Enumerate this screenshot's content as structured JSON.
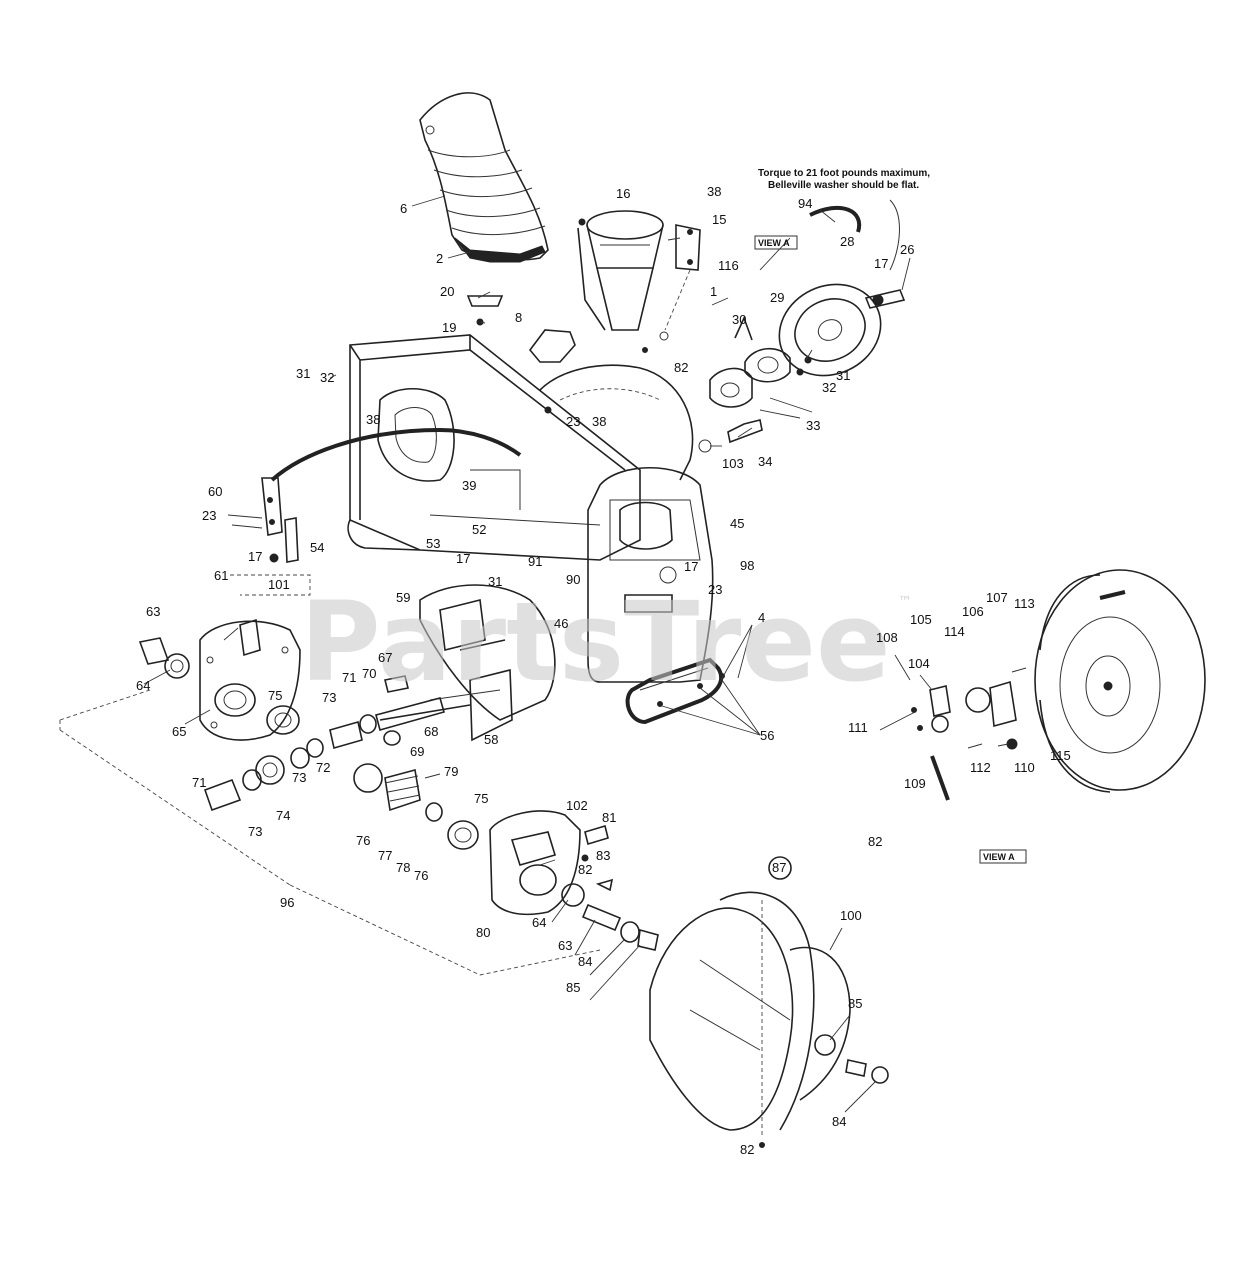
{
  "watermark": {
    "text": "PartsTree",
    "trademark": "™"
  },
  "note": {
    "line1": "Torque to 21 foot pounds maximum,",
    "line2": "Belleville washer should be flat."
  },
  "view_labels": {
    "top": "VIEW A",
    "bottom": "VIEW A"
  },
  "callouts": [
    {
      "id": "c6",
      "text": "6"
    },
    {
      "id": "c2",
      "text": "2"
    },
    {
      "id": "c20",
      "text": "20"
    },
    {
      "id": "c19",
      "text": "19"
    },
    {
      "id": "c16",
      "text": "16"
    },
    {
      "id": "c38a",
      "text": "38"
    },
    {
      "id": "c15",
      "text": "15"
    },
    {
      "id": "c116",
      "text": "116"
    },
    {
      "id": "c1",
      "text": "1"
    },
    {
      "id": "c8",
      "text": "8"
    },
    {
      "id": "c82a",
      "text": "82"
    },
    {
      "id": "c94",
      "text": "94"
    },
    {
      "id": "c28",
      "text": "28"
    },
    {
      "id": "c17a",
      "text": "17"
    },
    {
      "id": "c26",
      "text": "26"
    },
    {
      "id": "c29",
      "text": "29"
    },
    {
      "id": "c30",
      "text": "30"
    },
    {
      "id": "c32a",
      "text": "32"
    },
    {
      "id": "c31a",
      "text": "31"
    },
    {
      "id": "c33",
      "text": "33"
    },
    {
      "id": "c34",
      "text": "34"
    },
    {
      "id": "c103",
      "text": "103"
    },
    {
      "id": "c31b",
      "text": "31"
    },
    {
      "id": "c32b",
      "text": "32"
    },
    {
      "id": "c38b",
      "text": "38"
    },
    {
      "id": "c23a",
      "text": "23"
    },
    {
      "id": "c38c",
      "text": "38"
    },
    {
      "id": "c39",
      "text": "39"
    },
    {
      "id": "c60",
      "text": "60"
    },
    {
      "id": "c23b",
      "text": "23"
    },
    {
      "id": "c52",
      "text": "52"
    },
    {
      "id": "c53",
      "text": "53"
    },
    {
      "id": "c54",
      "text": "54"
    },
    {
      "id": "c17b",
      "text": "17"
    },
    {
      "id": "c101",
      "text": "101"
    },
    {
      "id": "c17c",
      "text": "17"
    },
    {
      "id": "c31c",
      "text": "31"
    },
    {
      "id": "c91",
      "text": "91"
    },
    {
      "id": "c90",
      "text": "90"
    },
    {
      "id": "c45",
      "text": "45"
    },
    {
      "id": "c17d",
      "text": "17"
    },
    {
      "id": "c23c",
      "text": "23"
    },
    {
      "id": "c98",
      "text": "98"
    },
    {
      "id": "c46",
      "text": "46"
    },
    {
      "id": "c4",
      "text": "4"
    },
    {
      "id": "c56",
      "text": "56"
    },
    {
      "id": "c61",
      "text": "61"
    },
    {
      "id": "c59",
      "text": "59"
    },
    {
      "id": "c63a",
      "text": "63"
    },
    {
      "id": "c64a",
      "text": "64"
    },
    {
      "id": "c65",
      "text": "65"
    },
    {
      "id": "c75a",
      "text": "75"
    },
    {
      "id": "c71a",
      "text": "71"
    },
    {
      "id": "c67",
      "text": "67"
    },
    {
      "id": "c70",
      "text": "70"
    },
    {
      "id": "c73a",
      "text": "73"
    },
    {
      "id": "c68",
      "text": "68"
    },
    {
      "id": "c58",
      "text": "58"
    },
    {
      "id": "c69",
      "text": "69"
    },
    {
      "id": "c71b",
      "text": "71"
    },
    {
      "id": "c73b",
      "text": "73"
    },
    {
      "id": "c72",
      "text": "72"
    },
    {
      "id": "c74",
      "text": "74"
    },
    {
      "id": "c73c",
      "text": "73"
    },
    {
      "id": "c79",
      "text": "79"
    },
    {
      "id": "c76a",
      "text": "76"
    },
    {
      "id": "c77",
      "text": "77"
    },
    {
      "id": "c78",
      "text": "78"
    },
    {
      "id": "c76b",
      "text": "76"
    },
    {
      "id": "c75b",
      "text": "75"
    },
    {
      "id": "c102",
      "text": "102"
    },
    {
      "id": "c81",
      "text": "81"
    },
    {
      "id": "c82b",
      "text": "82"
    },
    {
      "id": "c83",
      "text": "83"
    },
    {
      "id": "c87",
      "text": "87"
    },
    {
      "id": "c96",
      "text": "96"
    },
    {
      "id": "c80",
      "text": "80"
    },
    {
      "id": "c64b",
      "text": "64"
    },
    {
      "id": "c63b",
      "text": "63"
    },
    {
      "id": "c84a",
      "text": "84"
    },
    {
      "id": "c85a",
      "text": "85"
    },
    {
      "id": "c100",
      "text": "100"
    },
    {
      "id": "c85b",
      "text": "85"
    },
    {
      "id": "c84b",
      "text": "84"
    },
    {
      "id": "c82c",
      "text": "82"
    },
    {
      "id": "c107",
      "text": "107"
    },
    {
      "id": "c113",
      "text": "113"
    },
    {
      "id": "c106",
      "text": "106"
    },
    {
      "id": "c105",
      "text": "105"
    },
    {
      "id": "c114",
      "text": "114"
    },
    {
      "id": "c108",
      "text": "108"
    },
    {
      "id": "c104",
      "text": "104"
    },
    {
      "id": "c111",
      "text": "111"
    },
    {
      "id": "c112",
      "text": "112"
    },
    {
      "id": "c110",
      "text": "110"
    },
    {
      "id": "c115",
      "text": "115"
    },
    {
      "id": "c109",
      "text": "109"
    },
    {
      "id": "c82d",
      "text": "82"
    }
  ]
}
